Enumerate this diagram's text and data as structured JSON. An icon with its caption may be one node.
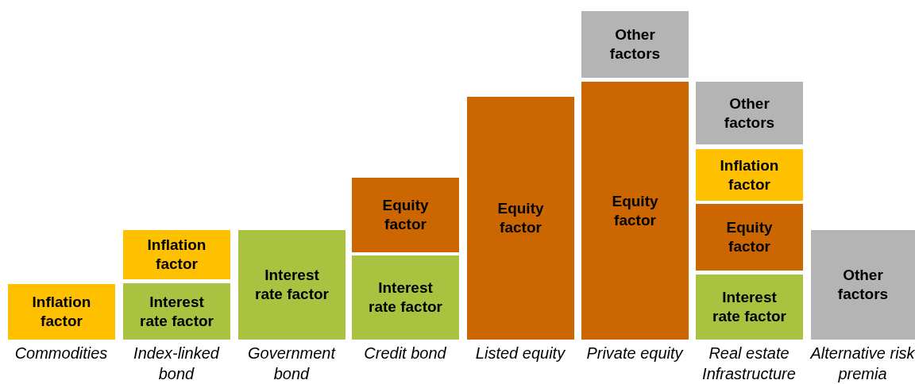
{
  "diagram": {
    "nodes": [
      {
        "text": [
          "Inflation factor"
        ]
      },
      {
        "text": [
          "Inflation factor"
        ]
      },
      {
        "text": [
          "Interest rate factor"
        ]
      },
      {
        "text": [
          "Interest rate factor"
        ]
      },
      {
        "text": [
          "Equity factor"
        ]
      },
      {
        "text": [
          "Interest rate factor"
        ]
      },
      {
        "text": [
          "Equity factor"
        ]
      },
      {
        "text": [
          "Other factors"
        ]
      },
      {
        "text": [
          "Equity factor"
        ]
      },
      {
        "text": [
          "Other factors"
        ]
      },
      {
        "text": [
          "Inflation factor"
        ]
      },
      {
        "text": [
          "Equity factor"
        ]
      },
      {
        "text": [
          "Interest rate factor"
        ]
      },
      {
        "text": [
          "Other factors"
        ]
      }
    ],
    "labels": [
      "Commodities",
      "Index-linked bond",
      "Government bond",
      "Credit bond",
      "Listed equity",
      "Private equity",
      "Real estate Infrastructure",
      "Alternative risk premia"
    ]
  }
}
